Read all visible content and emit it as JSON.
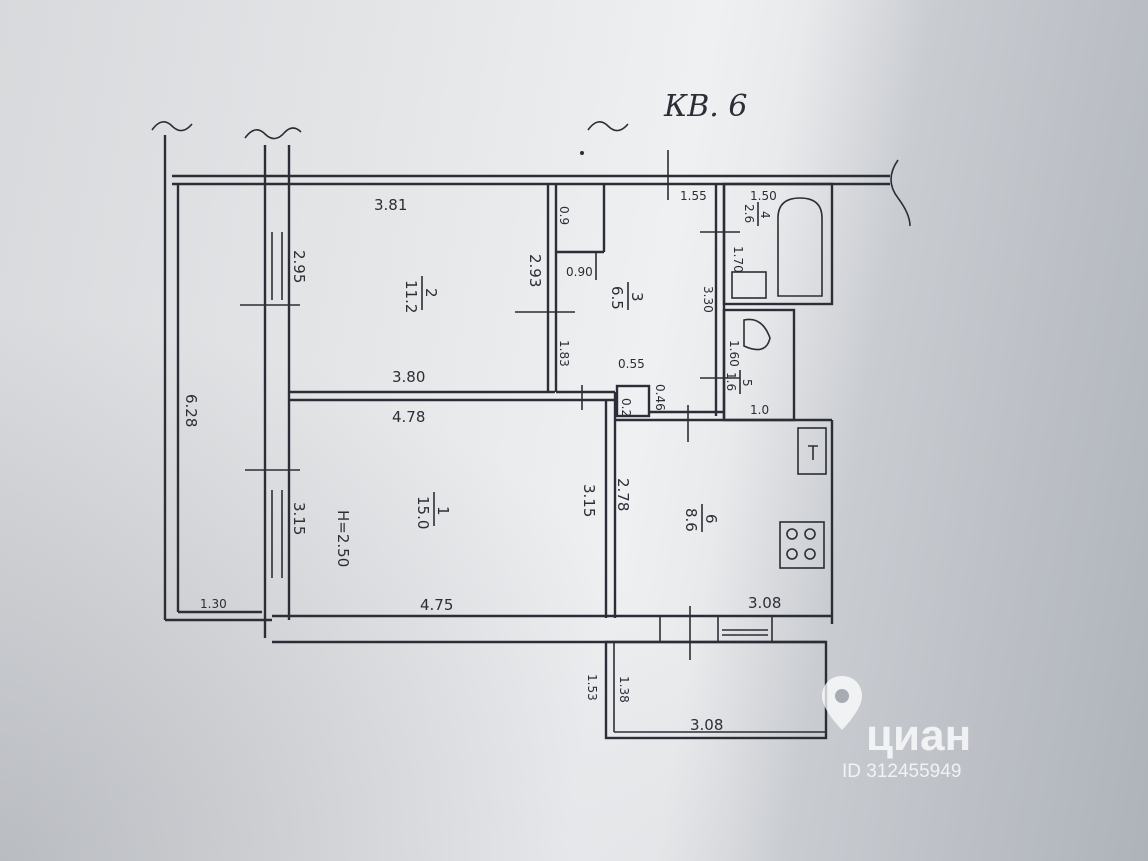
{
  "plan": {
    "title": "КВ. 6",
    "ceiling_height": "Н=2.50",
    "rooms": [
      {
        "number": "1",
        "area": "15.0"
      },
      {
        "number": "2",
        "area": "11.2"
      },
      {
        "number": "3",
        "area": "6.5"
      },
      {
        "number": "4",
        "area": "2.6"
      },
      {
        "number": "5",
        "area": "1.6"
      },
      {
        "number": "6",
        "area": "8.6"
      },
      {
        "number": "",
        "area": "0.2"
      }
    ],
    "dimensions": {
      "room2_top": "3.81",
      "room2_bottom": "3.80",
      "room2_left": "2.95",
      "room2_right": "2.93",
      "room1_top": "4.78",
      "room1_bottom": "4.75",
      "room1_left": "3.15",
      "room1_right": "3.15",
      "balcony_left_height": "6.28",
      "balcony_left_width": "1.30",
      "hall_top": "1.55",
      "hall_right": "3.30",
      "hall_left": "1.83",
      "closet_height": "0.9",
      "closet_width": "0.90",
      "small_width": "0.55",
      "small_height": "0.46",
      "bath_width": "1.50",
      "bath_height": "1.70",
      "wc_height": "1.60",
      "wc_width": "1.0",
      "kitchen_left": "2.78",
      "kitchen_bottom": "3.08",
      "balcony_right_height_outer": "1.53",
      "balcony_right_height_inner": "1.38",
      "balcony_right_width": "3.08"
    }
  },
  "watermark": {
    "brand": "циан",
    "listing_id": "ID 312455949"
  },
  "colors": {
    "ink": "#2b2e36",
    "paper": "#e6e7e9"
  }
}
